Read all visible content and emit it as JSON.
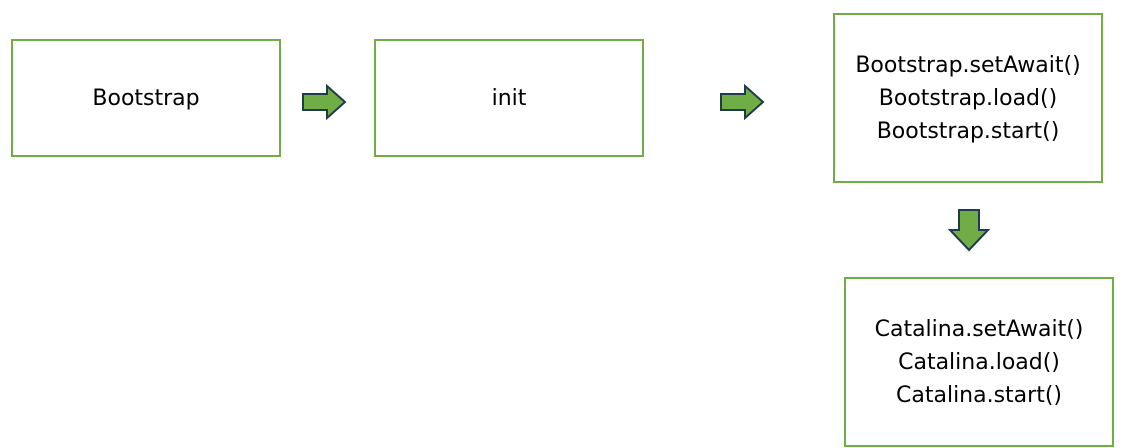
{
  "diagram": {
    "colors": {
      "box_border": "#70ad47",
      "arrow_fill": "#70ad47",
      "arrow_stroke": "#1f3b4d",
      "text": "#000000"
    },
    "boxes": {
      "bootstrap": {
        "lines": [
          "Bootstrap"
        ]
      },
      "init": {
        "lines": [
          "init"
        ]
      },
      "bootstrap_calls": {
        "lines": [
          "Bootstrap.setAwait()",
          "Bootstrap.load()",
          "Bootstrap.start()"
        ]
      },
      "catalina_calls": {
        "lines": [
          "Catalina.setAwait()",
          "Catalina.load()",
          "Catalina.start()"
        ]
      }
    },
    "arrows": [
      {
        "from": "bootstrap",
        "to": "init",
        "direction": "right"
      },
      {
        "from": "init",
        "to": "bootstrap_calls",
        "direction": "right"
      },
      {
        "from": "bootstrap_calls",
        "to": "catalina_calls",
        "direction": "down"
      }
    ]
  }
}
